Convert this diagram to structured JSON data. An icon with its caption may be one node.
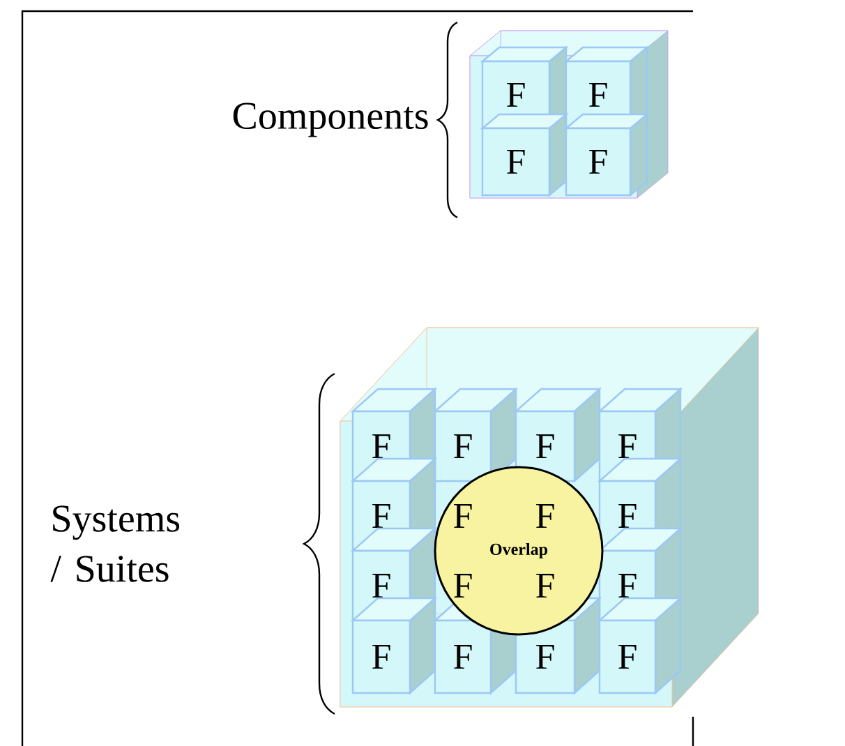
{
  "diagram": {
    "nodes": [
      {
        "text": [],
        "shape": "box"
      },
      {
        "text": [
          "F"
        ],
        "in": 0
      },
      {
        "text": [
          "F"
        ],
        "in": 0
      },
      {
        "text": [
          "F"
        ],
        "in": 0
      },
      {
        "text": [
          "F"
        ],
        "in": 0
      },
      {
        "text": [],
        "shape": "box"
      },
      {
        "text": [
          "F"
        ],
        "in": 5
      },
      {
        "text": [
          "F"
        ],
        "in": 5
      },
      {
        "text": [
          "F"
        ],
        "in": 5
      },
      {
        "text": [
          "F"
        ],
        "in": 5
      },
      {
        "text": [
          "F"
        ],
        "in": 5
      },
      {
        "text": [
          "F"
        ],
        "in": 22
      },
      {
        "text": [
          "F"
        ],
        "in": 22
      },
      {
        "text": [
          "F"
        ],
        "in": 5
      },
      {
        "text": [
          "F"
        ],
        "in": 5
      },
      {
        "text": [
          "F"
        ],
        "in": 22
      },
      {
        "text": [
          "F"
        ],
        "in": 22
      },
      {
        "text": [
          "F"
        ],
        "in": 5
      },
      {
        "text": [
          "F"
        ],
        "in": 5
      },
      {
        "text": [
          "F"
        ],
        "in": 5
      },
      {
        "text": [
          "F"
        ],
        "in": 5
      },
      {
        "text": [
          "F"
        ],
        "in": 5
      },
      {
        "text": [
          "Overlap"
        ],
        "in": 5
      }
    ],
    "labels": [
      "Components",
      "Systems / Suites"
    ]
  }
}
